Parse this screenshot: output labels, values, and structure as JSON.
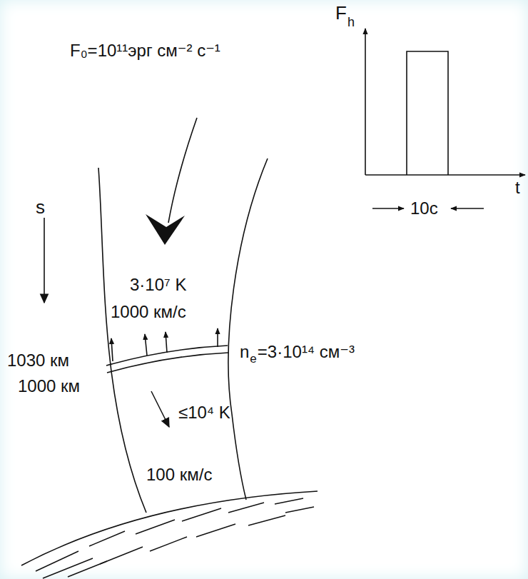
{
  "diagram": {
    "labels": [
      "F",
      "h",
      "t",
      "10с",
      "F₀=10¹¹эрг см⁻² с⁻¹",
      "s",
      "3·10⁷ K",
      "1000 км/с",
      "1030 км",
      "1000 км",
      "n",
      "e",
      "=3·10¹⁴ см⁻³",
      "≤10⁴ K",
      "100 км/с"
    ]
  }
}
